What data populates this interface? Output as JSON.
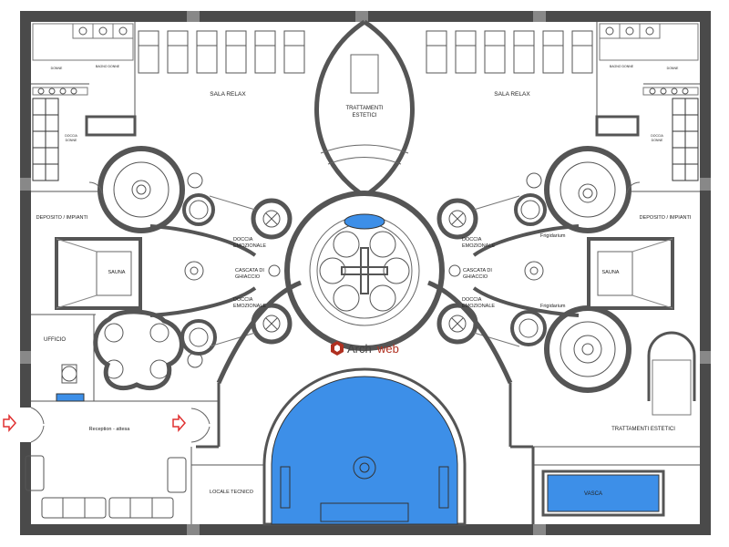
{
  "rooms": {
    "sala_relax_left": "SALA RELAX",
    "sala_relax_right": "SALA RELAX",
    "trattamenti_estetici_center_line1": "TRATTAMENTI",
    "trattamenti_estetici_center_line2": "ESTETICI",
    "deposito_left": "DEPOSITO / IMPIANTI",
    "deposito_right": "DEPOSITO / IMPIANTI",
    "sauna_left": "SAUNA",
    "sauna_right": "SAUNA",
    "doccia_emozionale_l1_a": "DOCCIA",
    "doccia_emozionale_l1_b": "EMOZIONALE",
    "cascata_l_a": "CASCATA DI",
    "cascata_l_b": "GHIACCIO",
    "doccia_emozionale_l2_a": "DOCCIA",
    "doccia_emozionale_l2_b": "EMOZIONALE",
    "doccia_emozionale_r1_a": "DOCCIA",
    "doccia_emozionale_r1_b": "EMOZIONALE",
    "cascata_r_a": "CASCATA DI",
    "cascata_r_b": "GHIACCIO",
    "doccia_emozionale_r2_a": "DOCCIA",
    "doccia_emozionale_r2_b": "EMOZIONALE",
    "frigidarium_top": "Frigidarium",
    "frigidarium_bottom": "Frigidarium",
    "ufficio": "UFFICIO",
    "reception": "Reception - attesa",
    "locale_tecnico": "LOCALE TECNICO",
    "trattamenti_estetici_right": "TRATTAMENTI ESTETICI",
    "vasca": "VASCA",
    "donne_left": "DONNE",
    "bagno_donne_left": "BAGNO DONNE",
    "doccia_donne_left_a": "DOCCIA",
    "doccia_donne_left_b": "DONNE",
    "bagno_donne_right": "BAGNO DONNE",
    "donne_right": "DONNE",
    "doccia_donne_right_a": "DOCCIA",
    "doccia_donne_right_b": "DONNE"
  },
  "watermark": {
    "text_a": "Arch",
    "text_b": "web"
  },
  "colors": {
    "pool": "#3d8fe8",
    "wall": "#4a4a4a",
    "entry_arrow": "#e03030",
    "logo": "#b03020"
  }
}
